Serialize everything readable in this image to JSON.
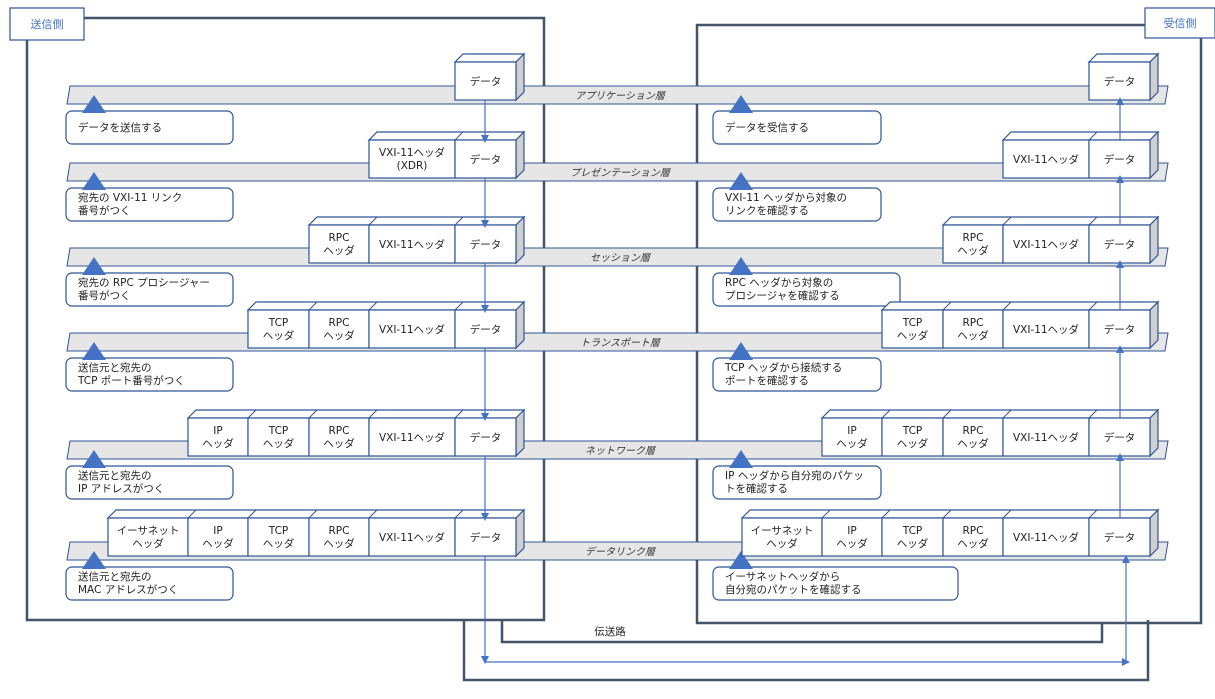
{
  "sides": {
    "sender": {
      "label": "送信側"
    },
    "receiver": {
      "label": "受信側"
    }
  },
  "transmission_path": {
    "label": "伝送路"
  },
  "colors": {
    "frame": "#44546a",
    "box_border": "#2f5597",
    "arrow": "#4472c4",
    "band_fill": "#e7e6e6",
    "triangle": "#4472c4",
    "side_label": "#4472c4"
  },
  "headers": {
    "data": "データ",
    "vxi": "VXI-11ヘッダ",
    "vxi_xdr": [
      "VXI-11ヘッダ",
      "(XDR)"
    ],
    "rpc": [
      "RPC",
      "ヘッダ"
    ],
    "tcp": [
      "TCP",
      "ヘッダ"
    ],
    "ip": [
      "IP",
      "ヘッダ"
    ],
    "eth": [
      "イーサネット",
      "ヘッダ"
    ]
  },
  "layers": [
    {
      "name": "アプリケーション層",
      "sender_packet": [
        "data"
      ],
      "receiver_packet": [
        "data"
      ],
      "sender_note": [
        "データを送信する"
      ],
      "receiver_note": [
        "データを受信する"
      ]
    },
    {
      "name": "プレゼンテーション層",
      "sender_packet": [
        "vxi_xdr",
        "data"
      ],
      "receiver_packet": [
        "vxi",
        "data"
      ],
      "sender_note": [
        "宛先の VXI-11 リンク",
        "番号がつく"
      ],
      "receiver_note": [
        "VXI-11 ヘッダから対象の",
        "リンクを確認する"
      ]
    },
    {
      "name": "セッション層",
      "sender_packet": [
        "rpc",
        "vxi",
        "data"
      ],
      "receiver_packet": [
        "rpc",
        "vxi",
        "data"
      ],
      "sender_note": [
        "宛先の RPC プロシージャー",
        "番号がつく"
      ],
      "receiver_note": [
        "RPC ヘッダから対象の",
        "プロシージャを確認する"
      ]
    },
    {
      "name": "トランスポート層",
      "sender_packet": [
        "tcp",
        "rpc",
        "vxi",
        "data"
      ],
      "receiver_packet": [
        "tcp",
        "rpc",
        "vxi",
        "data"
      ],
      "sender_note": [
        "送信元と宛先の",
        "TCP ポート番号がつく"
      ],
      "receiver_note": [
        "TCP ヘッダから接続する",
        "ポートを確認する"
      ]
    },
    {
      "name": "ネットワーク層",
      "sender_packet": [
        "ip",
        "tcp",
        "rpc",
        "vxi",
        "data"
      ],
      "receiver_packet": [
        "ip",
        "tcp",
        "rpc",
        "vxi",
        "data"
      ],
      "sender_note": [
        "送信元と宛先の",
        "IP アドレスがつく"
      ],
      "receiver_note": [
        "IP ヘッダから自分宛のパケッ",
        "トを確認する"
      ]
    },
    {
      "name": "データリンク層",
      "sender_packet": [
        "eth",
        "ip",
        "tcp",
        "rpc",
        "vxi",
        "data"
      ],
      "receiver_packet": [
        "eth",
        "ip",
        "tcp",
        "rpc",
        "vxi",
        "data"
      ],
      "sender_note": [
        "送信元と宛先の",
        "MAC アドレスがつく"
      ],
      "receiver_note": [
        "イーサネットヘッダから",
        "自分宛のパケットを確認する"
      ]
    }
  ]
}
